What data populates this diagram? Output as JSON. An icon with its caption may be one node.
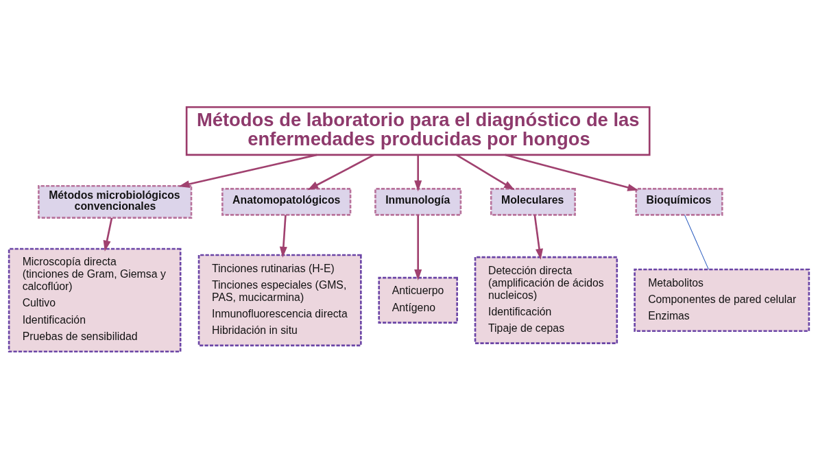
{
  "diagram": {
    "nodes": [
      {
        "text": [
          "Métodos de laboratorio para el diagnóstico de las enfermedades producidas por hongos"
        ]
      },
      {
        "text": [
          "Métodos microbiológicos convencionales"
        ]
      },
      {
        "text": [
          "Anatomopatológicos"
        ]
      },
      {
        "text": [
          "Inmunología"
        ]
      },
      {
        "text": [
          "Moleculares"
        ]
      },
      {
        "text": [
          "Bioquímicos"
        ]
      },
      {
        "text": [
          "Microscopía directa (tinciones de Gram, Giemsa y calcoflúor)",
          "Cultivo",
          "Identificación",
          "Pruebas de sensibilidad"
        ]
      },
      {
        "text": [
          "Tinciones rutinarias (H-E)",
          "Tinciones especiales (GMS, PAS, mucicarmina)",
          "Inmunofluorescencia directa",
          "Hibridación in situ"
        ]
      },
      {
        "text": [
          "Anticuerpo",
          "Antígeno"
        ]
      },
      {
        "text": [
          "Detección directa (amplificación de ácidos nucleicos)",
          "Identificación",
          "Tipaje de cepas"
        ]
      },
      {
        "text": [
          "Metabolitos",
          "Componentes de pared celular",
          "Enzimas"
        ]
      }
    ],
    "edges": [
      {
        "from": 0,
        "to": 1,
        "arrow": "to"
      },
      {
        "from": 0,
        "to": 2,
        "arrow": "to"
      },
      {
        "from": 0,
        "to": 3,
        "arrow": "to"
      },
      {
        "from": 0,
        "to": 4,
        "arrow": "to"
      },
      {
        "from": 0,
        "to": 5,
        "arrow": "to"
      },
      {
        "from": 1,
        "to": 6,
        "arrow": "to"
      },
      {
        "from": 2,
        "to": 7,
        "arrow": "to"
      },
      {
        "from": 3,
        "to": 8,
        "arrow": "to"
      },
      {
        "from": 4,
        "to": 9,
        "arrow": "to"
      },
      {
        "from": 5,
        "to": 10,
        "arrow": "none",
        "color": "#2e5fc0"
      }
    ]
  }
}
